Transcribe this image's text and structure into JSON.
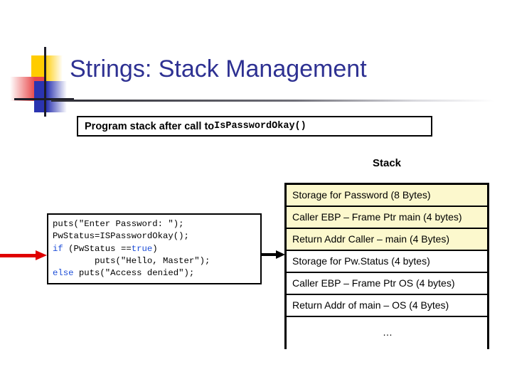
{
  "slide": {
    "title": "Strings: Stack Management",
    "banner": {
      "text": "Program stack after call to ",
      "mono": "IsPasswordOkay()"
    }
  },
  "code": {
    "lines": [
      {
        "segments": [
          {
            "t": "puts(\"Enter Password: \");",
            "kw": false
          }
        ]
      },
      {
        "segments": [
          {
            "t": "PwStatus=ISPasswordOkay();",
            "kw": false
          }
        ]
      },
      {
        "segments": [
          {
            "t": "if",
            "kw": true
          },
          {
            "t": " (PwStatus ==",
            "kw": false
          },
          {
            "t": "true",
            "kw": true
          },
          {
            "t": ")",
            "kw": false
          }
        ]
      },
      {
        "segments": [
          {
            "t": "        puts(\"Hello, Master\");",
            "kw": false
          }
        ]
      },
      {
        "segments": [
          {
            "t": "else",
            "kw": true
          },
          {
            "t": " puts(\"Access denied\");",
            "kw": false
          }
        ]
      }
    ]
  },
  "stack": {
    "heading": "Stack",
    "rows": [
      {
        "label": "Storage for Password (8 Bytes)",
        "highlight": true
      },
      {
        "label": "Caller EBP – Frame Ptr main (4 bytes)",
        "highlight": true
      },
      {
        "label": "Return Addr Caller – main (4 Bytes)",
        "highlight": true
      },
      {
        "label": "Storage for Pw.Status (4 bytes)",
        "highlight": false
      },
      {
        "label": "Caller EBP – Frame Ptr OS (4 bytes)",
        "highlight": false
      },
      {
        "label": "Return Addr of main – OS (4 Bytes)",
        "highlight": false
      },
      {
        "label": "…",
        "highlight": false,
        "ellipsis": true
      }
    ]
  },
  "colors": {
    "title": "#2e3192",
    "highlight_row": "#fcf8cd",
    "keyword": "#1f4fd8",
    "red_arrow": "#e00000",
    "logo_yellow": "#ffcc00",
    "logo_red": "#e8484a",
    "logo_blue": "#2b34b0"
  }
}
